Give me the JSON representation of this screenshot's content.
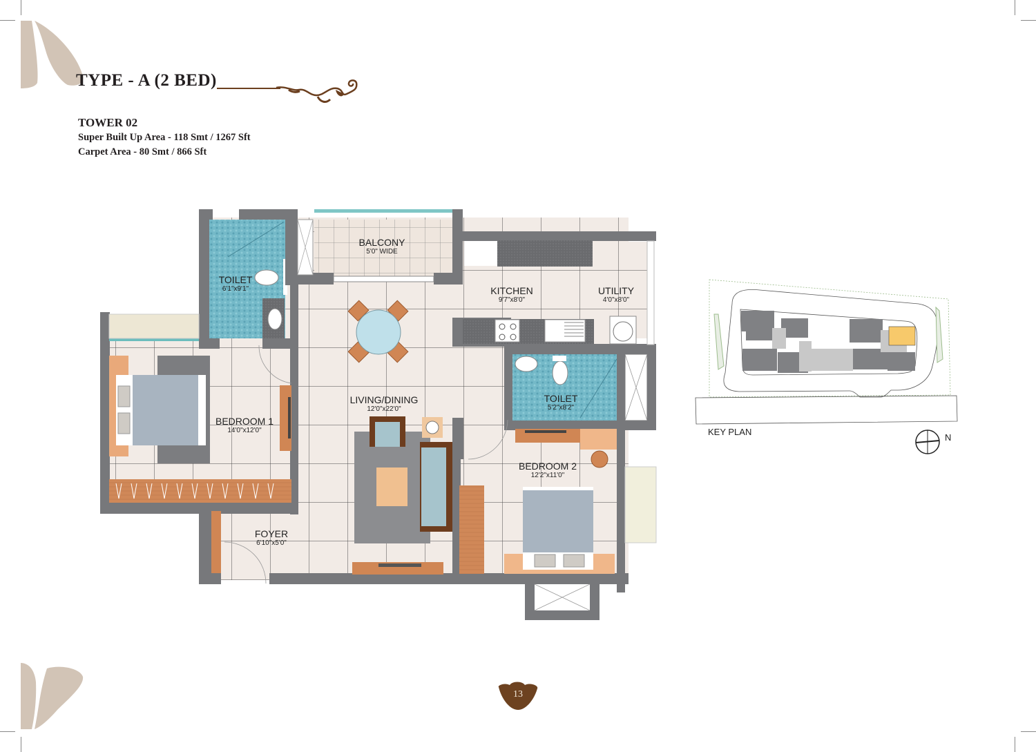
{
  "header": {
    "title": "TYPE - A (2 BED)",
    "tower": "TOWER 02",
    "super_built_up_area": "Super Built Up Area - 118 Smt / 1267 Sft",
    "carpet_area": "Carpet Area - 80 Smt / 866 Sft"
  },
  "rooms": [
    {
      "name": "TOILET",
      "dim": "6'1\"x9'1\""
    },
    {
      "name": "BALCONY",
      "dim": "5'0\" WIDE"
    },
    {
      "name": "KITCHEN",
      "dim": "9'7\"x8'0\""
    },
    {
      "name": "UTILITY",
      "dim": "4'0\"x8'0\""
    },
    {
      "name": "TOILET",
      "dim": "5'2\"x8'2\""
    },
    {
      "name": "BEDROOM 1",
      "dim": "14'0\"x12'0\""
    },
    {
      "name": "LIVING/DINING",
      "dim": "12'0\"x22'0\""
    },
    {
      "name": "BEDROOM 2",
      "dim": "12'2\"x11'0\""
    },
    {
      "name": "FOYER",
      "dim": "6'10\"x5'0\""
    }
  ],
  "key_plan": {
    "label": "KEY PLAN",
    "north": "N"
  },
  "footer": {
    "page_number": "13"
  },
  "colors": {
    "wall": "#77787b",
    "floor": "#f2ebe6",
    "toilet_tile": "#6fb6c6",
    "wood": "#d4895a",
    "brand_brown": "#6b3f1f",
    "leaf_beige": "#d2c4b6",
    "highlight_unit": "#f7c96b"
  }
}
